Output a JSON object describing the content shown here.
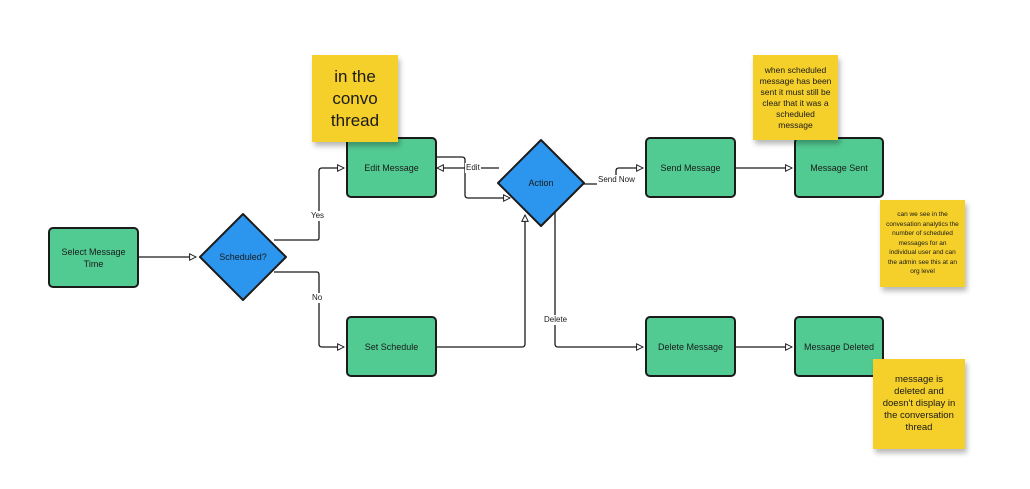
{
  "diagram": {
    "nodes": {
      "select_message_time": "Select Message Time",
      "edit_message": "Edit Message",
      "set_schedule": "Set Schedule",
      "send_message": "Send Message",
      "message_sent": "Message Sent",
      "delete_message": "Delete Message",
      "message_deleted": "Message Deleted"
    },
    "decisions": {
      "scheduled": "Scheduled?",
      "action": "Action"
    },
    "edge_labels": {
      "yes": "Yes",
      "no": "No",
      "edit": "Edit",
      "send_now": "Send Now",
      "delete": "Delete"
    },
    "sticky_notes": {
      "convo_thread": "in the convo thread",
      "scheduled_clear": "when scheduled message has been sent it must still be clear that it was a scheduled message",
      "analytics_question": "can we see in the convesation analytics the number of scheduled messages for an individual user and can the admin see this at an org level",
      "deleted_note": "message is deleted and doesn't display in the conversation thread"
    },
    "colors": {
      "process_fill": "#52cb93",
      "decision_fill": "#2c96ee",
      "sticky_fill": "#f5cf2a",
      "outline": "#1b1b1b"
    }
  }
}
